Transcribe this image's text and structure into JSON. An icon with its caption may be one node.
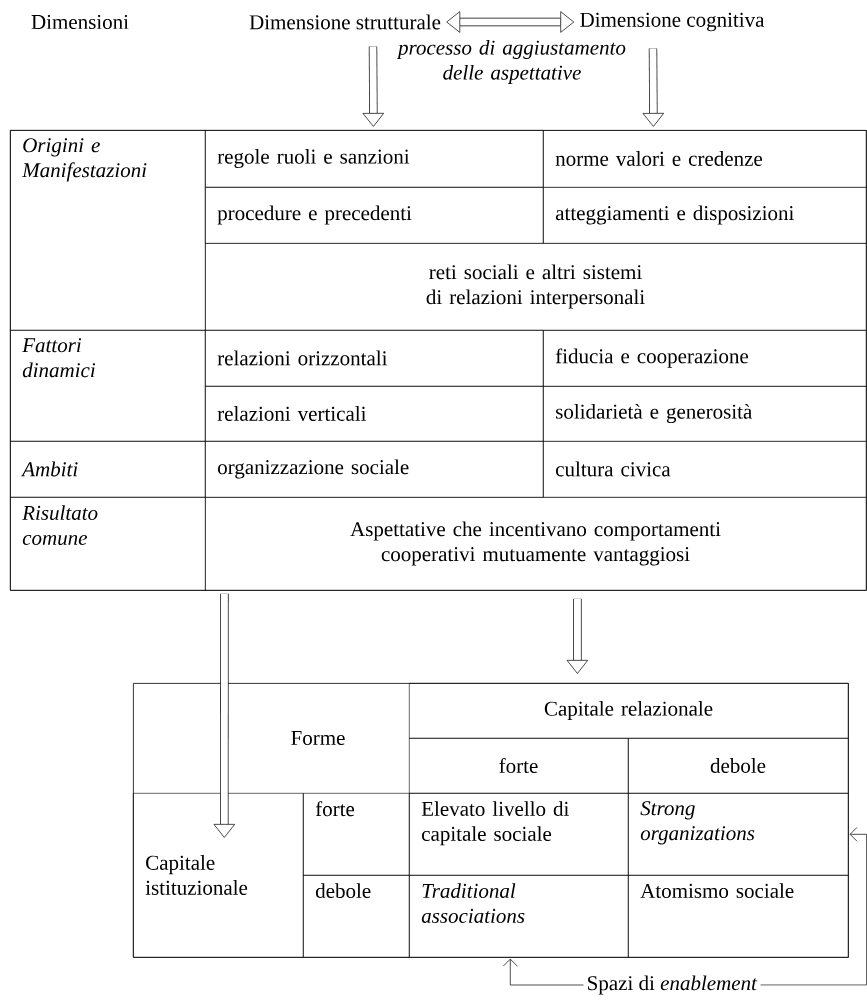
{
  "diagram": {
    "nodes": [
      {
        "text": [
          "Dimensione strutturale"
        ]
      },
      {
        "text": [
          "Dimensione cognitiva"
        ]
      },
      {
        "text": [],
        "shape": "box"
      },
      {
        "text": [
          "Origini e Manifestazioni"
        ],
        "in": 2
      },
      {
        "text": [
          "regole ruoli e sanzioni"
        ],
        "in": 2
      },
      {
        "text": [
          "norme valori e credenze"
        ],
        "in": 2
      },
      {
        "text": [
          "procedure e precedenti"
        ],
        "in": 2
      },
      {
        "text": [
          "atteggiamenti e disposizioni"
        ],
        "in": 2
      },
      {
        "text": [
          "reti sociali e altri sistemi di relazioni interpersonali"
        ],
        "in": 2
      },
      {
        "text": [
          "Fattori dinamici"
        ],
        "in": 2
      },
      {
        "text": [
          "relazioni orizzontali"
        ],
        "in": 2
      },
      {
        "text": [
          "fiducia e cooperazione"
        ],
        "in": 2
      },
      {
        "text": [
          "relazioni verticali"
        ],
        "in": 2
      },
      {
        "text": [
          "solidarietà e generosità"
        ],
        "in": 2
      },
      {
        "text": [
          "Ambiti"
        ],
        "in": 2
      },
      {
        "text": [
          "organizzazione sociale"
        ],
        "in": 2
      },
      {
        "text": [
          "cultura civica"
        ],
        "in": 2
      },
      {
        "text": [
          "Risultato comune"
        ],
        "in": 2
      },
      {
        "text": [
          "Aspettative che incentivano comportamenti cooperativi mutuamente vantaggiosi"
        ],
        "in": 2
      },
      {
        "text": [],
        "shape": "box"
      },
      {
        "text": [
          "Capitale relazionale"
        ],
        "in": 19
      },
      {
        "text": [
          "forte"
        ],
        "in": 19
      },
      {
        "text": [
          "debole"
        ],
        "in": 19
      },
      {
        "text": [
          "Capitale istituzionale"
        ],
        "in": 19
      },
      {
        "text": [
          "forte"
        ],
        "in": 19
      },
      {
        "text": [
          "Elevato livello di capitale sociale"
        ],
        "in": 19
      },
      {
        "text": [
          "Strong organizations"
        ],
        "in": 19
      },
      {
        "text": [
          "debole"
        ],
        "in": 19
      },
      {
        "text": [
          "Traditional associations"
        ],
        "in": 19
      },
      {
        "text": [
          "Atomismo sociale"
        ],
        "in": 19
      },
      {
        "text": [
          "Spazi di *enablement*"
        ]
      }
    ],
    "edges": [
      {
        "from": 0,
        "to": 1,
        "arrow": "both"
      },
      {
        "from": 0,
        "to": 2,
        "arrow": "to"
      },
      {
        "from": 1,
        "to": 2,
        "arrow": "to"
      },
      {
        "from": 2,
        "to": 23,
        "arrow": "to"
      },
      {
        "from": 2,
        "to": 19,
        "arrow": "to"
      },
      {
        "from": 30,
        "to": 28,
        "arrow": "to"
      },
      {
        "from": 30,
        "to": 26,
        "arrow": "to"
      }
    ],
    "labels": [
      "Dimensioni",
      "processo di aggiustamento delle aspettative",
      "Forme"
    ]
  }
}
